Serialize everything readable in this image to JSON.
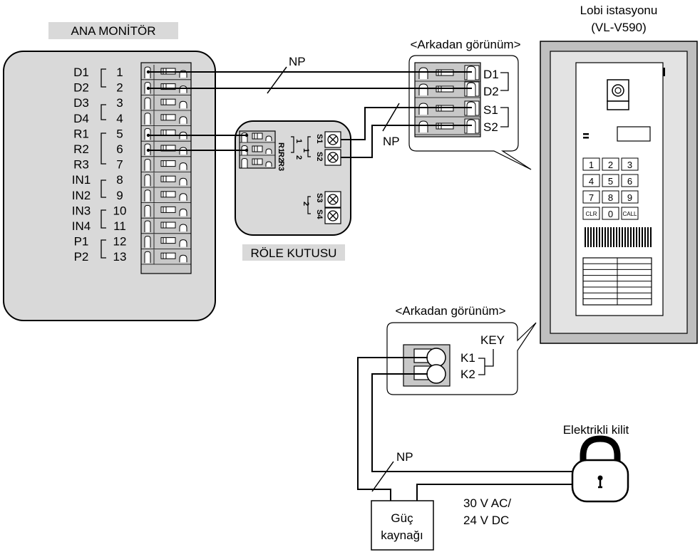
{
  "title_monitor": "ANA MONİTÖR",
  "title_relay": "RÖLE KUTUSU",
  "title_lobby_1": "Lobi istasyonu",
  "title_lobby_2": "(VL-V590)",
  "back_view_label": "<Arkadan görünüm>",
  "back_view_label_2": "<Arkadan görünüm>",
  "np_label": "NP",
  "monitor_terminals": [
    {
      "name": "D1",
      "num": "1"
    },
    {
      "name": "D2",
      "num": "2"
    },
    {
      "name": "D3",
      "num": "3"
    },
    {
      "name": "D4",
      "num": "4"
    },
    {
      "name": "R1",
      "num": "5"
    },
    {
      "name": "R2",
      "num": "6"
    },
    {
      "name": "R3",
      "num": "7"
    },
    {
      "name": "IN1",
      "num": "8"
    },
    {
      "name": "IN2",
      "num": "9"
    },
    {
      "name": "IN3",
      "num": "10"
    },
    {
      "name": "IN4",
      "num": "11"
    },
    {
      "name": "P1",
      "num": "12"
    },
    {
      "name": "P2",
      "num": "13"
    }
  ],
  "relay_labels": {
    "r1": "R1",
    "r2": "R2",
    "r3": "R3",
    "s1": "S1",
    "s2": "S2",
    "s3": "S3",
    "s4": "S4",
    "g1": "1",
    "g1b": "1",
    "g2": "2",
    "g2b": "2"
  },
  "lobby_terminals": [
    "D1",
    "D2",
    "S1",
    "S2"
  ],
  "key_label": "KEY",
  "key_terminals": [
    "K1",
    "K2"
  ],
  "keypad": [
    "1",
    "2",
    "3",
    "4",
    "5",
    "6",
    "7",
    "8",
    "9",
    "CLR",
    "0",
    "CALL"
  ],
  "lock_label": "Elektrikli kilit",
  "power_label_1": "Güç",
  "power_label_2": "kaynağı",
  "voltage_1": "30 V AC/",
  "voltage_2": "24 V DC"
}
